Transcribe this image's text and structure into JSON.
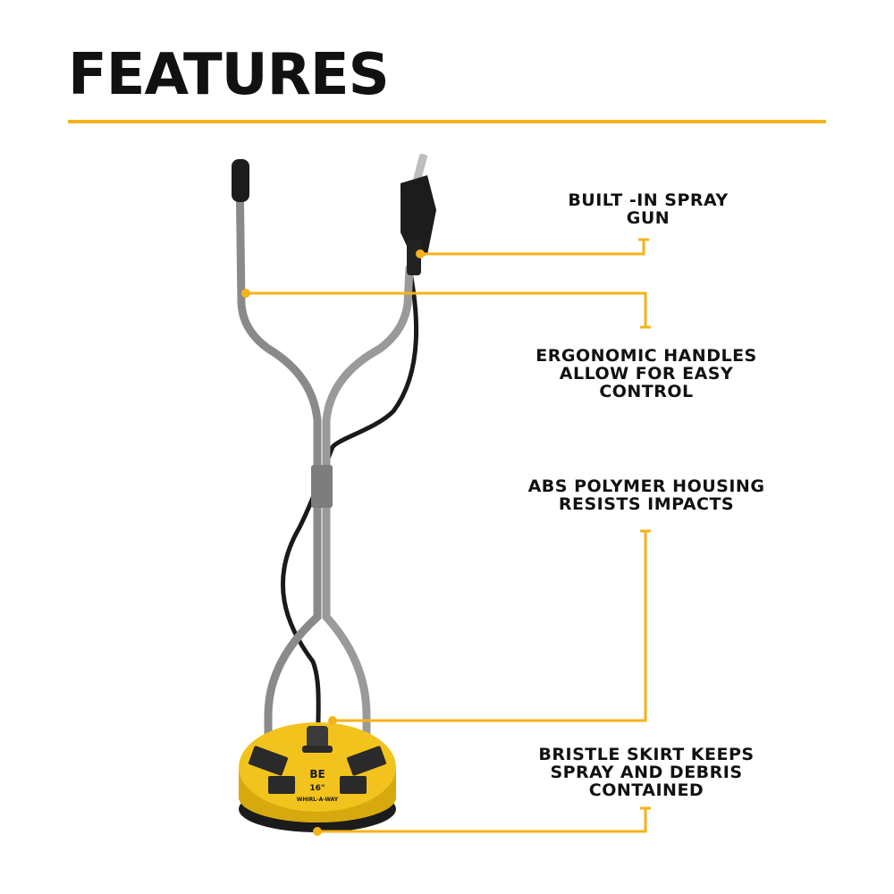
{
  "title": "FEATURES",
  "accent_color": "#f5b31a",
  "product": {
    "brand_text": "BE",
    "size_text": "16\"",
    "model_text": "WHIRL-A-WAY"
  },
  "callouts": [
    {
      "id": "spray-gun",
      "lines": [
        "BUILT -IN SPRAY",
        "GUN"
      ]
    },
    {
      "id": "handles",
      "lines": [
        "ERGONOMIC HANDLES",
        "ALLOW FOR EASY",
        "CONTROL"
      ]
    },
    {
      "id": "housing",
      "lines": [
        "ABS POLYMER HOUSING",
        "RESISTS IMPACTS"
      ]
    },
    {
      "id": "skirt",
      "lines": [
        "BRISTLE SKIRT KEEPS",
        "SPRAY AND DEBRIS",
        "CONTAINED"
      ]
    }
  ]
}
